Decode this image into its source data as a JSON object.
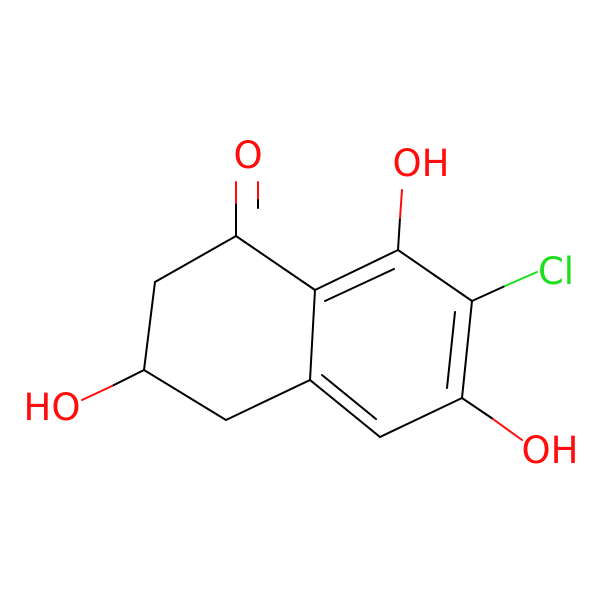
{
  "molecule": {
    "atoms": {
      "carbonyl_o": {
        "label": "O",
        "color": "#ff0d0d"
      },
      "oh_top": {
        "label": "OH",
        "color": "#ff0d0d"
      },
      "cl": {
        "label": "Cl",
        "color": "#1fdd1f"
      },
      "oh_right": {
        "label": "OH",
        "color": "#ff0d0d"
      },
      "oh_left": {
        "label": "HO",
        "color": "#ff0d0d"
      }
    },
    "bond_color": "#000000"
  }
}
